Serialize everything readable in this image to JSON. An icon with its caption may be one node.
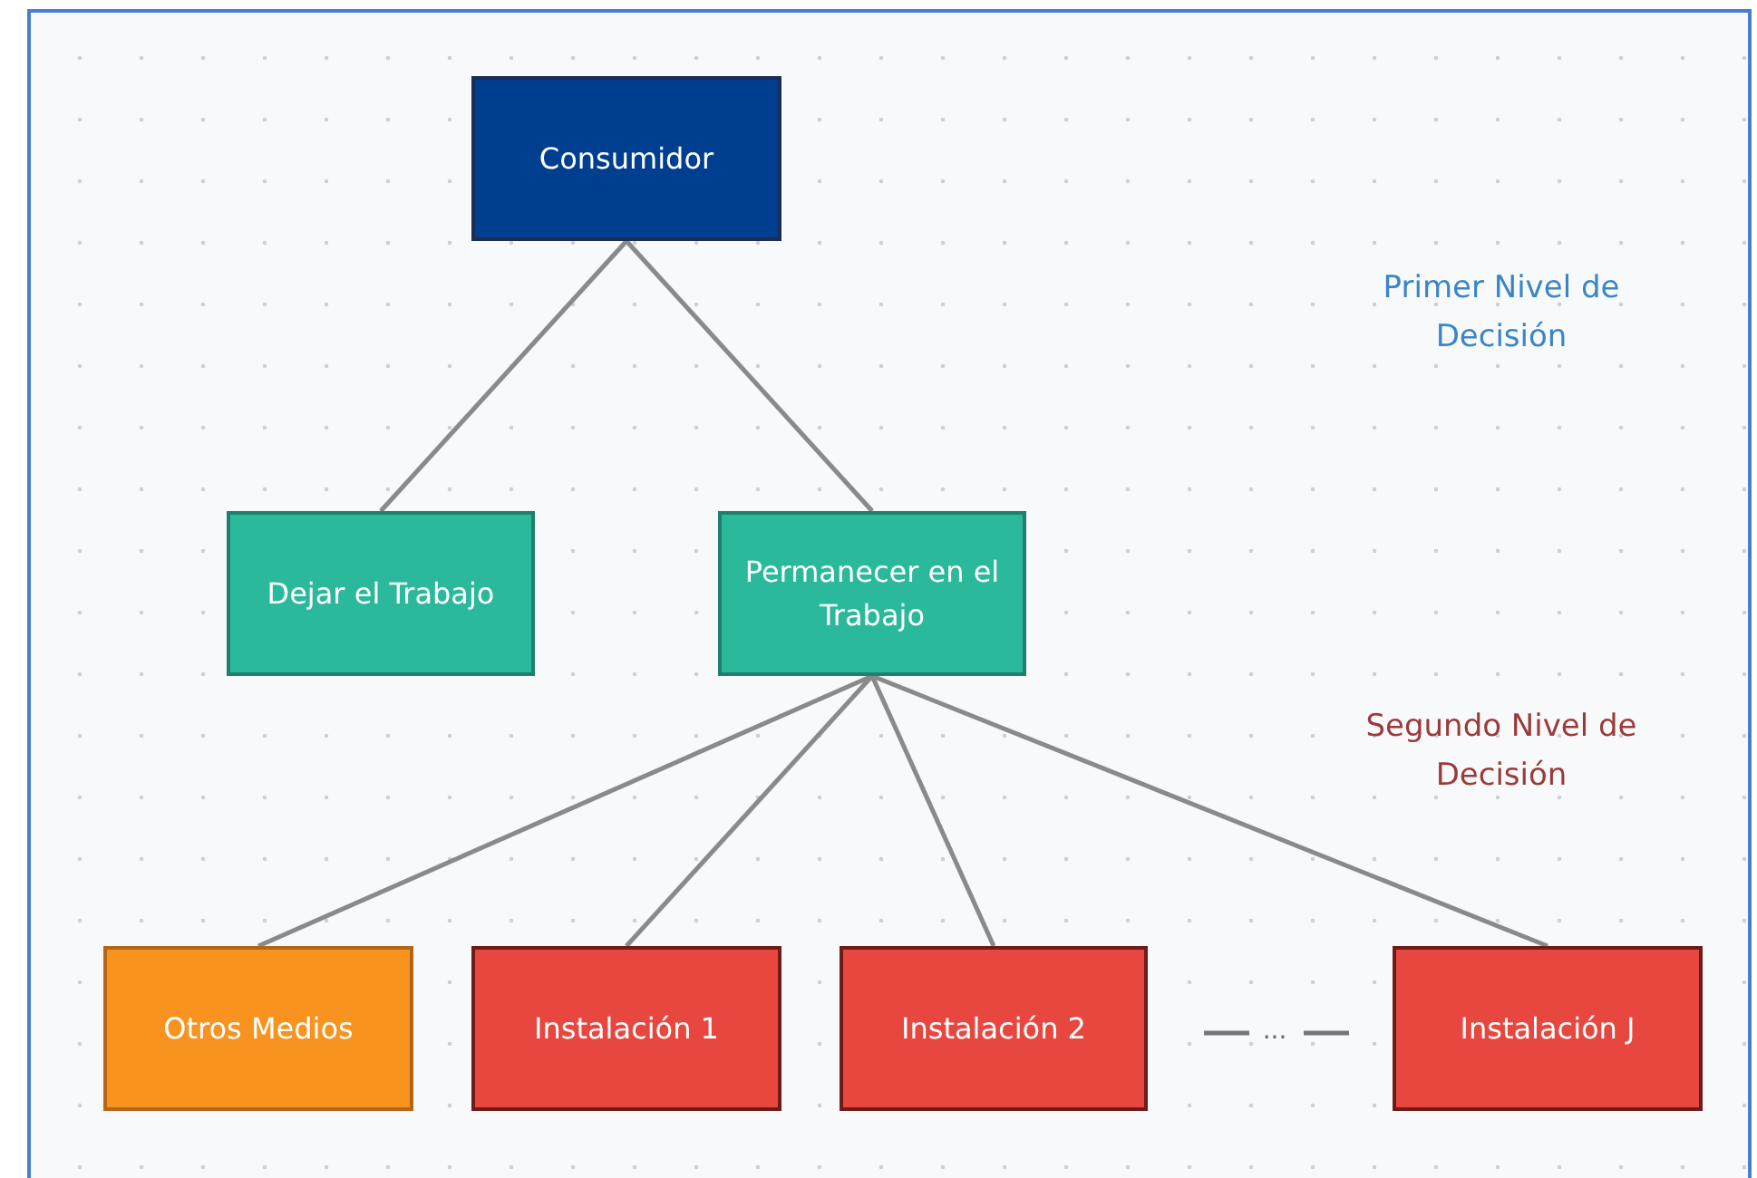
{
  "diagram": {
    "nodes": [
      {
        "text": [
          "Consumidor"
        ]
      },
      {
        "text": [
          "Dejar el Trabajo"
        ]
      },
      {
        "text": [
          "Permanecer en el Trabajo"
        ]
      },
      {
        "text": [
          "Otros Medios"
        ]
      },
      {
        "text": [
          "Instalación 1"
        ]
      },
      {
        "text": [
          "Instalación 2"
        ]
      },
      {
        "text": [
          "Instalación J"
        ]
      }
    ],
    "edges": [
      {
        "from": 0,
        "to": 1,
        "arrow": "none"
      },
      {
        "from": 0,
        "to": 2,
        "arrow": "none"
      },
      {
        "from": 2,
        "to": 3,
        "arrow": "none"
      },
      {
        "from": 2,
        "to": 4,
        "arrow": "none"
      },
      {
        "from": 2,
        "to": 5,
        "arrow": "none"
      },
      {
        "from": 2,
        "to": 6,
        "arrow": "none"
      }
    ],
    "labels": [
      "Primer Nivel de Decisión",
      "Segundo Nivel de Decisión",
      "..."
    ]
  }
}
